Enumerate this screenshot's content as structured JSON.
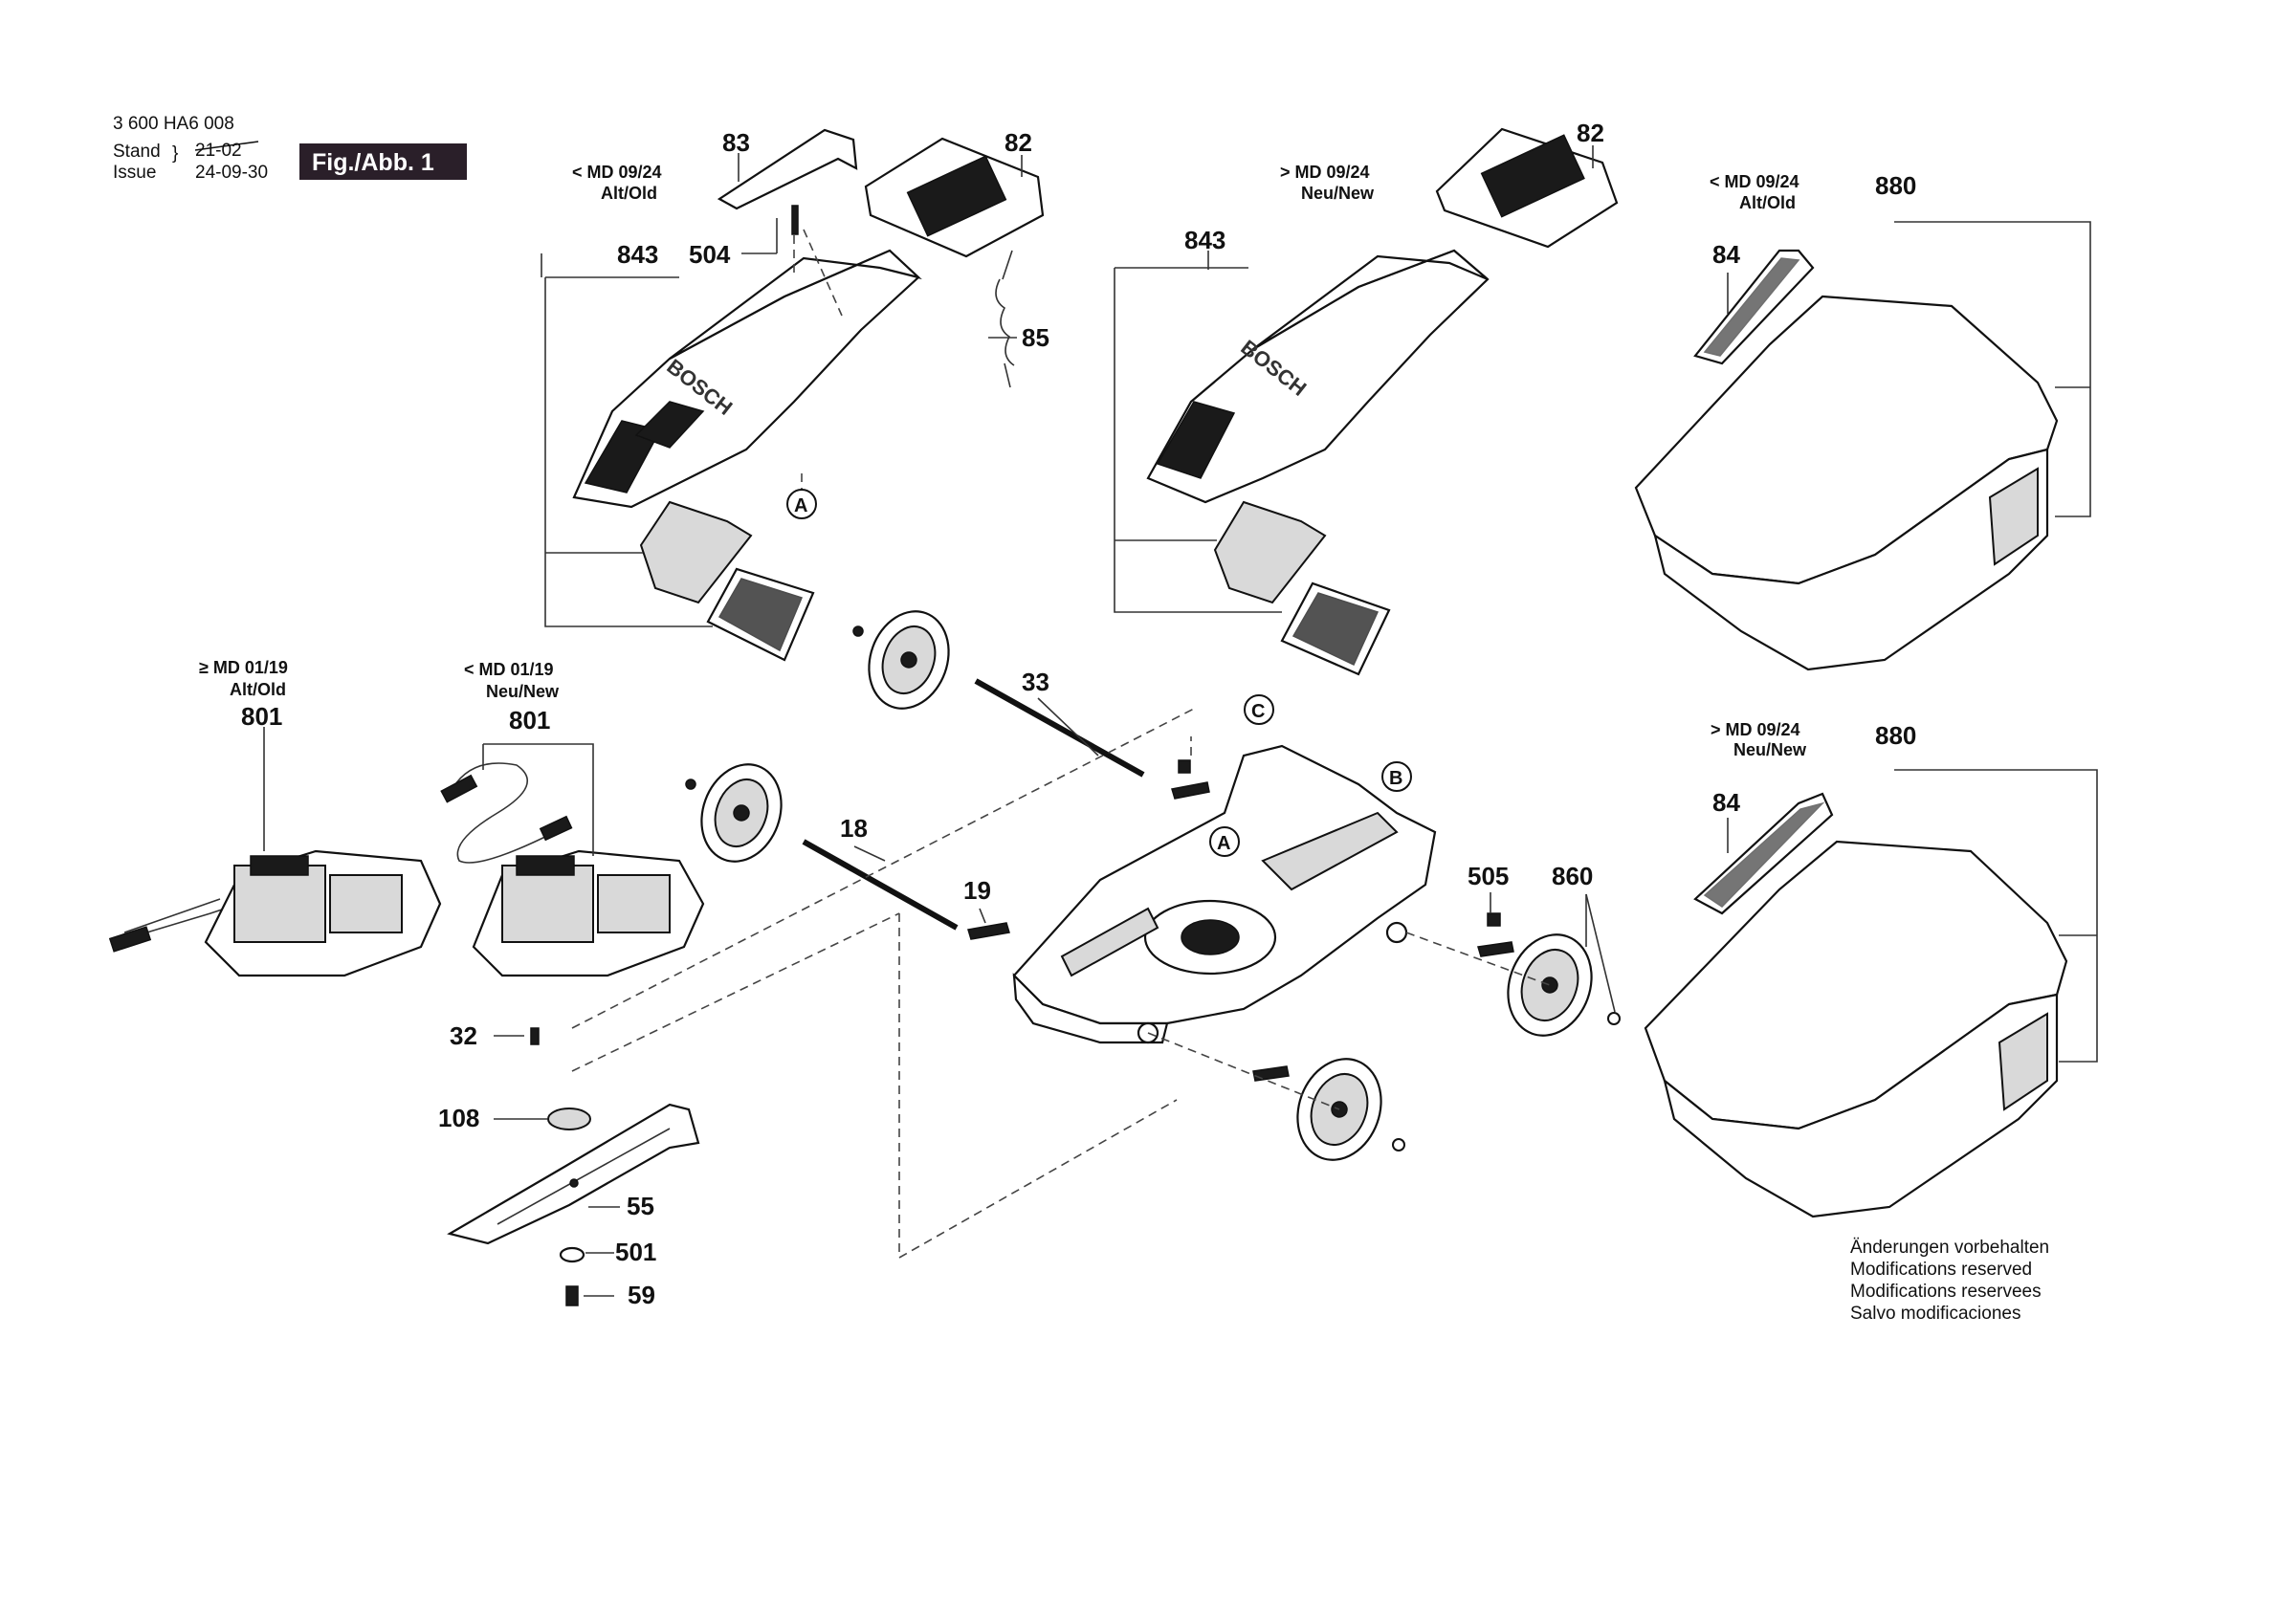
{
  "header": {
    "doc_number": "3 600 HA6 008",
    "stand_label": "Stand",
    "issue_label": "Issue",
    "stand_value": "21-02",
    "issue_value": "24-09-30",
    "figure_label": "Fig./Abb. 1"
  },
  "variants": {
    "md0924_old_top": [
      "< MD 09/24",
      "Alt/Old"
    ],
    "md0924_new_top": [
      "> MD 09/24",
      "Neu/New"
    ],
    "md0924_old_box": [
      "< MD 09/24",
      "Alt/Old"
    ],
    "md0924_new_box": [
      "> MD 09/24",
      "Neu/New"
    ],
    "md0119_old": [
      "≥ MD 01/19",
      "Alt/Old"
    ],
    "md0119_new": [
      "< MD 01/19",
      "Neu/New"
    ]
  },
  "callouts": {
    "p83": "83",
    "p82a": "82",
    "p82b": "82",
    "p504": "504",
    "p843a": "843",
    "p843b": "843",
    "p85": "85",
    "p880a": "880",
    "p880b": "880",
    "p84a": "84",
    "p84b": "84",
    "p801a": "801",
    "p801b": "801",
    "p33": "33",
    "p18": "18",
    "p19": "19",
    "p505": "505",
    "p860": "860",
    "p32": "32",
    "p108": "108",
    "p55": "55",
    "p501": "501",
    "p59": "59"
  },
  "refs": {
    "a1": "A",
    "a2": "A",
    "b": "B",
    "c": "C"
  },
  "brand": "BOSCH",
  "footer": [
    "Änderungen vorbehalten",
    "Modifications reserved",
    "Modifications reservees",
    "Salvo modificaciones"
  ]
}
